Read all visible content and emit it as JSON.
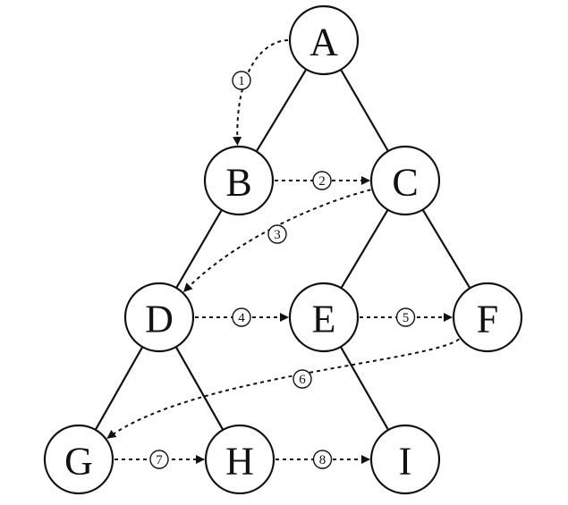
{
  "diagram": {
    "nodes": [
      {
        "id": "A",
        "label": "A"
      },
      {
        "id": "B",
        "label": "B"
      },
      {
        "id": "C",
        "label": "C"
      },
      {
        "id": "D",
        "label": "D"
      },
      {
        "id": "E",
        "label": "E"
      },
      {
        "id": "F",
        "label": "F"
      },
      {
        "id": "G",
        "label": "G"
      },
      {
        "id": "H",
        "label": "H"
      },
      {
        "id": "I",
        "label": "I"
      }
    ],
    "edges": [
      {
        "from": "A",
        "to": "B"
      },
      {
        "from": "A",
        "to": "C"
      },
      {
        "from": "B",
        "to": "D"
      },
      {
        "from": "C",
        "to": "E"
      },
      {
        "from": "C",
        "to": "F"
      },
      {
        "from": "D",
        "to": "G"
      },
      {
        "from": "D",
        "to": "H"
      },
      {
        "from": "E",
        "to": "I"
      }
    ],
    "traversal": [
      {
        "from": "A",
        "to": "B",
        "step": "1"
      },
      {
        "from": "B",
        "to": "C",
        "step": "2"
      },
      {
        "from": "C",
        "to": "D",
        "step": "3"
      },
      {
        "from": "D",
        "to": "E",
        "step": "4"
      },
      {
        "from": "E",
        "to": "F",
        "step": "5"
      },
      {
        "from": "F",
        "to": "G",
        "step": "6"
      },
      {
        "from": "G",
        "to": "H",
        "step": "7"
      },
      {
        "from": "H",
        "to": "I",
        "step": "8"
      }
    ]
  }
}
